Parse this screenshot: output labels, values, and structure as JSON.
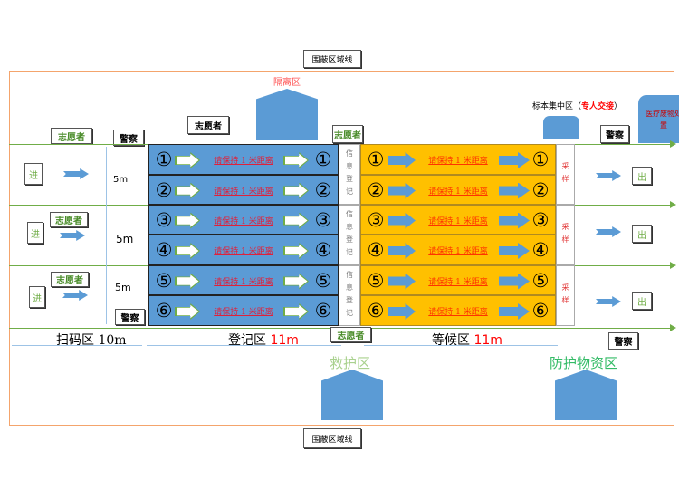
{
  "boundary_label": "围蔽区域线",
  "isolation_label": "隔离区",
  "specimen_label": "标本集中区（",
  "specimen_note": "专人交接",
  "specimen_close": "）",
  "medical_waste": "医疗废物处置",
  "volunteer": "志愿者",
  "police": "警察",
  "enter": "进",
  "exit": "出",
  "width_5m": "5m",
  "info_reg": "信息登记",
  "sampling": "采样",
  "distance_hint": "请保持 1 米距离",
  "lanes": [
    "①",
    "②",
    "③",
    "④",
    "⑤",
    "⑥"
  ],
  "zones": {
    "scan": "扫码区 10m",
    "reg": "登记区",
    "reg_len": "11m",
    "wait": "等候区",
    "wait_len": "11m"
  },
  "rescue_label": "救护区",
  "supplies_label": "防护物资区",
  "colors": {
    "blue": "#5b9bd5",
    "yellow": "#ffc000",
    "green": "#70ad47",
    "orange": "#f4b183"
  }
}
